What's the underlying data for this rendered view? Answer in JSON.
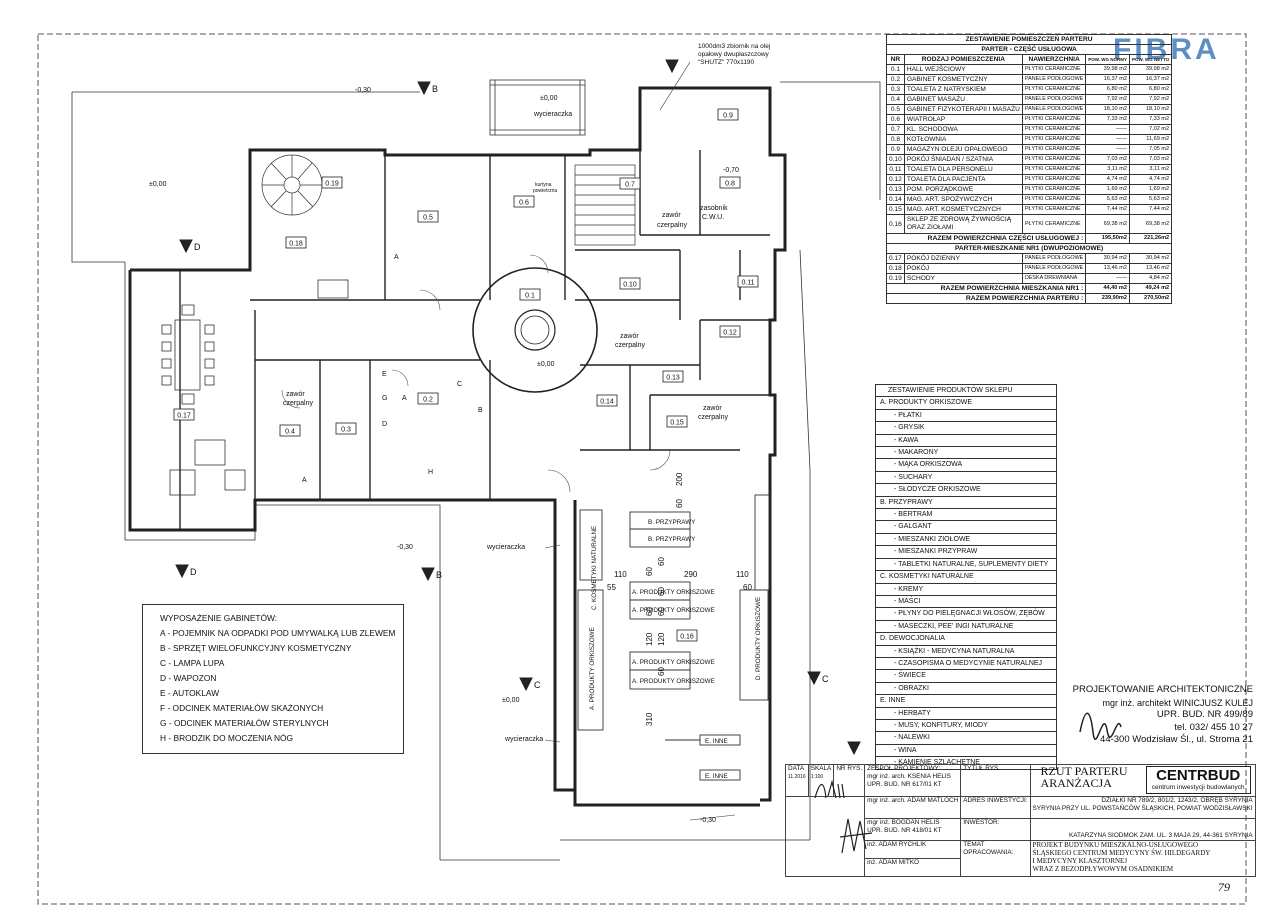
{
  "brand": "FIBRA",
  "tank_note": {
    "line1": "1000dm3 zbiornik na olej",
    "line2": "opałowy dwupłaszczowy",
    "line3": "\"SHUTZ\" 770x1190"
  },
  "levels": {
    "m030": "-0,30",
    "p000": "±0,00",
    "m070": "-0,70"
  },
  "section_markers": {
    "a": "A",
    "b": "B",
    "c": "C",
    "d": "D"
  },
  "plan_labels": {
    "wycieraczka": "wycieraczka",
    "zawor_czerpalny": "zawór czerpalny",
    "zawor": "zawór",
    "czerpalny": "czerpalny",
    "zasobnik": "zasobnik",
    "cwu": "C.W.U.",
    "kurtyna1": "kurtyna",
    "kurtyna2": "powietrzna"
  },
  "rooms_on_plan": [
    "0.1",
    "0.2",
    "0.3",
    "0.4",
    "0.5",
    "0.6",
    "0.7",
    "0.8",
    "0.9",
    "0.10",
    "0.11",
    "0.12",
    "0.13",
    "0.14",
    "0.15",
    "0.16",
    "0.17",
    "0.18",
    "0.19"
  ],
  "fixture_letters": {
    "A": "A",
    "B": "B",
    "C": "C",
    "D": "D",
    "E": "E",
    "G": "G",
    "H": "H"
  },
  "shop_labels": {
    "przyprawy": "B. PRZYPRAWY",
    "orkiszowe": "A. PRODUKTY ORKISZOWE",
    "kosmetyki": "C. KOSMETYKI NATURALNE",
    "produkty_orkiszowe_v": "A. PRODUKTY ORKISZOWE",
    "dewocjonalia": "D. PRODUKTY ORKISZOWE",
    "inne": "E. INNE"
  },
  "dimensions": [
    "110",
    "290",
    "110",
    "55",
    "60",
    "60",
    "60",
    "120",
    "60",
    "60",
    "120",
    "60",
    "60",
    "310",
    "200",
    "60"
  ],
  "room_table": {
    "title": "ZESTAWIENIE POMIESZCZEŃ PARTERU",
    "section1": "PARTER - CZĘŚĆ USŁUGOWA",
    "headers": {
      "nr": "NR",
      "name": "RODZAJ POMIESZCZENIA",
      "finish": "NAWIERZCHNIA",
      "area1": "POW. WG NORMY",
      "area2": "POW. WG NETTO"
    },
    "rows1": [
      {
        "nr": "0.1",
        "name": "HALL WEJŚCIOWY",
        "finish": "PŁYTKI CERAMICZNE",
        "a1": "39,98 m2",
        "a2": "39,98 m2"
      },
      {
        "nr": "0.2",
        "name": "GABINET KOSMETYCZNY",
        "finish": "PANELE PODŁOGOWE",
        "a1": "16,37 m2",
        "a2": "16,37 m2"
      },
      {
        "nr": "0.3",
        "name": "TOALETA Z NATRYSKIEM",
        "finish": "PŁYTKI CERAMICZNE",
        "a1": "6,80 m2",
        "a2": "6,80 m2"
      },
      {
        "nr": "0.4",
        "name": "GABINET MASAŻU",
        "finish": "PANELE PODŁOGOWE",
        "a1": "7,92 m2",
        "a2": "7,92 m2"
      },
      {
        "nr": "0.5",
        "name": "GABINET FIZYKOTERAPII I MASAŻU",
        "finish": "PANELE PODŁOGOWE",
        "a1": "18,10 m2",
        "a2": "18,10 m2"
      },
      {
        "nr": "0.6",
        "name": "WIATROŁAP",
        "finish": "PŁYTKI CERAMICZNE",
        "a1": "7,33 m2",
        "a2": "7,33 m2"
      },
      {
        "nr": "0.7",
        "name": "KL. SCHODOWA",
        "finish": "PŁYTKI CERAMICZNE",
        "a1": "——",
        "a2": "7,02 m2"
      },
      {
        "nr": "0.8",
        "name": "KOTŁOWNIA",
        "finish": "PŁYTKI CERAMICZNE",
        "a1": "——",
        "a2": "11,69 m2"
      },
      {
        "nr": "0.9",
        "name": "MAGAZYN OLEJU OPAŁOWEGO",
        "finish": "PŁYTKI CERAMICZNE",
        "a1": "——",
        "a2": "7,05 m2"
      },
      {
        "nr": "0.10",
        "name": "POKÓJ ŚNIADAŃ / SZATNIA",
        "finish": "PŁYTKI CERAMICZNE",
        "a1": "7,03 m2",
        "a2": "7,03 m2"
      },
      {
        "nr": "0.11",
        "name": "TOALETA DLA PERSONELU",
        "finish": "PŁYTKI CERAMICZNE",
        "a1": "3,11 m2",
        "a2": "3,11 m2"
      },
      {
        "nr": "0.12",
        "name": "TOALETA DLA PACJENTA",
        "finish": "PŁYTKI CERAMICZNE",
        "a1": "4,74 m2",
        "a2": "4,74 m2"
      },
      {
        "nr": "0.13",
        "name": "POM. PORZĄDKOWE",
        "finish": "PŁYTKI CERAMICZNE",
        "a1": "1,69 m2",
        "a2": "1,69 m2"
      },
      {
        "nr": "0.14",
        "name": "MAG. ART. SPOŻYWCZYCH",
        "finish": "PŁYTKI CERAMICZNE",
        "a1": "5,63 m2",
        "a2": "5,63 m2"
      },
      {
        "nr": "0.15",
        "name": "MAG. ART. KOSMETYCZNYCH",
        "finish": "PŁYTKI CERAMICZNE",
        "a1": "7,44 m2",
        "a2": "7,44 m2"
      }
    ],
    "row16": {
      "nr": "0.16",
      "name1": "SKLEP ZE ZDROWĄ ŻYWNOŚCIĄ",
      "name2": "ORAZ ZIOŁAMI",
      "finish": "PŁYTKI CERAMICZNE",
      "a1": "69,38 m2",
      "a2": "69,38 m2"
    },
    "sum1": {
      "label": "RAZEM POWIERZCHNIA CZĘŚCI USŁUGOWEJ :",
      "a1": "195,50m2",
      "a2": "221,26m2"
    },
    "section2": "PARTER-MIESZKANIE NR1 (DWUPOZIOMOWE)",
    "rows2": [
      {
        "nr": "0.17",
        "name": "POKÓJ DZIENNY",
        "finish": "PANELE PODŁOGOWE",
        "a1": "30,94 m2",
        "a2": "30,94 m2"
      },
      {
        "nr": "0.18",
        "name": "POKÓJ",
        "finish": "PANELE PODŁOGOWE",
        "a1": "13,46 m2",
        "a2": "13,46 m2"
      },
      {
        "nr": "0.19",
        "name": "SCHODY",
        "finish": "DESKA DREWNIANA",
        "a1": "——",
        "a2": "4,84 m2"
      }
    ],
    "sum2": {
      "label": "RAZEM POWIERZCHNIA MIESZKANIA NR1 :",
      "a1": "44,40 m2",
      "a2": "49,24 m2"
    },
    "sum3": {
      "label": "RAZEM POWIERZCHNIA PARTERU :",
      "a1": "239,90m2",
      "a2": "270,50m2"
    }
  },
  "product_table": {
    "title": "ZESTAWIENIE PRODUKTÓW SKLEPU",
    "rows": [
      {
        "t": "cat",
        "text": "A. PRODUKTY ORKISZOWE"
      },
      {
        "t": "it",
        "text": "- PŁATKI"
      },
      {
        "t": "it",
        "text": "- GRYSIK"
      },
      {
        "t": "it",
        "text": "- KAWA"
      },
      {
        "t": "it",
        "text": "- MAKARONY"
      },
      {
        "t": "it",
        "text": "- MĄKA ORKISZOWA"
      },
      {
        "t": "it",
        "text": "- SUCHARY"
      },
      {
        "t": "it",
        "text": "- SŁODYCZE ORKISZOWE"
      },
      {
        "t": "cat",
        "text": "B. PRZYPRAWY"
      },
      {
        "t": "it",
        "text": "- BERTRAM"
      },
      {
        "t": "it",
        "text": "- GALGANT"
      },
      {
        "t": "it",
        "text": "- MIESZANKI ZIOŁOWE"
      },
      {
        "t": "it",
        "text": "- MIESZANKI PRZYPRAW"
      },
      {
        "t": "it",
        "text": "- TABLETKI NATURALNE, SUPLEMENTY DIETY"
      },
      {
        "t": "cat",
        "text": "C. KOSMETYKI NATURALNE"
      },
      {
        "t": "it",
        "text": "- KREMY"
      },
      {
        "t": "it",
        "text": "- MAŚCI"
      },
      {
        "t": "it",
        "text": "- PŁYNY DO PIELĘGNACJI WŁOSÓW, ZĘBÓW"
      },
      {
        "t": "it",
        "text": "- MASECZKI, PEE' INGI NATURALNE"
      },
      {
        "t": "cat",
        "text": "D. DEWOCJONALIA"
      },
      {
        "t": "it",
        "text": "- KSIĄŻKI - MEDYCYNA NATURALNA"
      },
      {
        "t": "it",
        "text": "- CZASOPISMA O MEDYCYNIE NATURALNEJ"
      },
      {
        "t": "it",
        "text": "- ŚWIECE"
      },
      {
        "t": "it",
        "text": "- OBRAZKI"
      },
      {
        "t": "cat",
        "text": "E. INNE"
      },
      {
        "t": "it",
        "text": "- HERBATY"
      },
      {
        "t": "it",
        "text": "- MUSY, KONFITURY, MIODY"
      },
      {
        "t": "it",
        "text": "- NALEWKI"
      },
      {
        "t": "it",
        "text": "- WINA"
      },
      {
        "t": "it",
        "text": "- KAMIENIE SZLACHETNE"
      }
    ]
  },
  "equipment_legend": {
    "title": "WYPOSAŻENIE GABINETÓW:",
    "items": [
      "A - POJEMNIK NA ODPADKI POD UMYWALKĄ LUB ZLEWEM",
      "B - SPRZĘT WIELOFUNKCYJNY KOSMETYCZNY",
      "C - LAMPA LUPA",
      "D - WAPOZON",
      "E - AUTOKLAW",
      "F - ODCINEK MATERIAŁÓW SKAŻONYCH",
      "G - ODCINEK MATERIAŁÓW STERYLNYCH",
      "H - BRODZIK DO MOCZENIA NÓG"
    ]
  },
  "architect_stamp": {
    "line1": "PROJEKTOWANIE ARCHITEKTONICZNE",
    "line2": "mgr inż. architekt WINICJUSZ KULEJ",
    "line3": "UPR. BUD. NR 499/89",
    "line4": "tel. 032/ 455 10 27",
    "line5": "44-300 Wodzisław Śl., ul. Stroma 21"
  },
  "title_block": {
    "data_label": "DATA",
    "data_value": "11.2016",
    "skala_label": "SKALA",
    "skala_value": "1:100",
    "nr_rys_label": "NR RYS.",
    "zespol": "ZESPÓŁ PROJEKTOWY:",
    "tytul_label": "TYTUŁ RYS.",
    "title1": "RZUT PARTERU",
    "title2": "ARANŻACJA",
    "company": "CENTRBUD",
    "company_sub": "centrum inwestycji budowlanych",
    "team": [
      "mgr inż. arch. KSENIA HELIS",
      "UPR. BUD. NR 617/01 KT",
      "mgr inż. arch. ADAM MATLOCH",
      "mgr inż. BOGDAN HELIS",
      "UPR. BUD. NR 418/01 KT",
      "inż. ADAM RYCHLIK",
      "inż. ADAM MITKO"
    ],
    "adres_label": "ADRES INWESTYCJI:",
    "adres1": "DZIAŁKI NR 789/2, 801/2, 1243/2, OBRĘB SYRYNIA",
    "adres2": "SYRYNIA PRZY UL. POWSTAŃCÓW ŚLĄSKICH, POWIAT WODZISŁAWSKI",
    "inwestor_label": "INWESTOR:",
    "inwestor": "KATARZYNA SIODMOK ZAM. UL. 3 MAJA 29, 44-361 SYRYNIA",
    "temat_label1": "TEMAT",
    "temat_label2": "OPRACOWANIA:",
    "temat1": "PROJEKT BUDYNKU MIESZKALNO-USŁUGOWEGO",
    "temat2": "ŚLĄSKIEGO CENTRUM MEDYCYNY ŚW. HILDEGARDY",
    "temat3": "I MEDYCYNY KLASZTORNEJ",
    "temat4": "WRAZ Z BEZODPŁYWOWYM OSADNIKIEM"
  },
  "page_number": "79"
}
